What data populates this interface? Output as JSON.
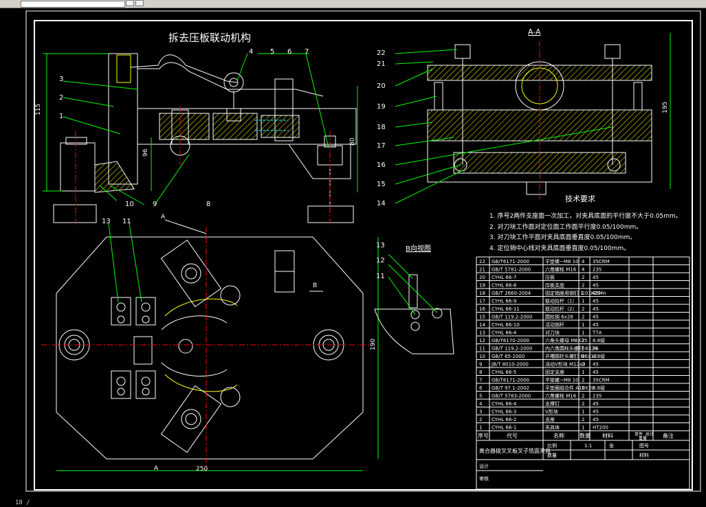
{
  "toolbar": {
    "items": [
      "layer-control",
      "prev-button",
      "next-button"
    ]
  },
  "status": {
    "command_line": "18 /"
  },
  "drawing": {
    "title": "拆去压板联动机构",
    "section_label": "A-A",
    "view_b_label": "B向视图",
    "cut_a": "A",
    "cut_b": "B",
    "dims": {
      "d115": "115",
      "d96": "96",
      "d80": "80",
      "d195": "195",
      "d250": "250",
      "d190": "190"
    },
    "tech_title": "技术要求",
    "tech_notes": [
      "1. 序号2两件支座面一次加工，对夹具底面的平行度不大于0.05mm。",
      "2. 对刀块工作面对定位面工作面平行度0.05/100mm。",
      "3. 对刀块工作平面对夹具底面垂直度0.05/100mm。",
      "4. 定位销中心线对夹具底面垂直度0.05/100mm。"
    ],
    "view_callouts": [
      "1",
      "2",
      "3",
      "4",
      "5",
      "6",
      "7",
      "8",
      "9",
      "10",
      "11",
      "13",
      "14",
      "15",
      "16",
      "17",
      "18",
      "19",
      "20",
      "21",
      "22"
    ],
    "plan_callouts": [
      "13",
      "11"
    ],
    "b_callouts": [
      "13",
      "12",
      "11"
    ],
    "bom": {
      "rows": [
        {
          "no": "22",
          "code": "GB/T6171-2000",
          "name": "平垫螺~M8 10",
          "qty": "4",
          "mat": "35CRM"
        },
        {
          "no": "21",
          "code": "GB/T 5781-2000",
          "name": "六角螺栓 M16",
          "qty": "4",
          "mat": "235"
        },
        {
          "no": "20",
          "code": "CYHL 66-7",
          "name": "压板",
          "qty": "2",
          "mat": "45"
        },
        {
          "no": "19",
          "code": "CYHL 66-8",
          "name": "压板支座",
          "qty": "2",
          "mat": "45"
        },
        {
          "no": "18",
          "code": "GB/T 2660-2004",
          "name": "固定销座用销钉 1.01K20",
          "qty": "2",
          "mat": "45Mn"
        },
        {
          "no": "17",
          "code": "CYHL 66-9",
          "name": "联动拉杆（1）",
          "qty": "1",
          "mat": "45"
        },
        {
          "no": "16",
          "code": "CYHL 66-11",
          "name": "联动拉杆（2）",
          "qty": "2",
          "mat": "45"
        },
        {
          "no": "15",
          "code": "GB/T 119.2-2000",
          "name": "圆柱销 6x28",
          "qty": "2",
          "mat": "45"
        },
        {
          "no": "14",
          "code": "CYHL 66-10",
          "name": "活动销杆",
          "qty": "1",
          "mat": "45"
        },
        {
          "no": "13",
          "code": "CYHL 66-4",
          "name": "对刀块",
          "qty": "1",
          "mat": "T7A"
        },
        {
          "no": "12",
          "code": "GB/T6170-2000",
          "name": "六角头螺母 M6X25",
          "qty": "2",
          "mat": "8.8级"
        },
        {
          "no": "11",
          "code": "GB/T 119.2-2000",
          "name": "内六角圆柱头螺钉 6X24",
          "qty": "6",
          "mat": "35"
        },
        {
          "no": "10",
          "code": "GB/T 65-2000",
          "name": "开槽圆柱头螺钉 M6X12",
          "qty": "2",
          "mat": "4.8级"
        },
        {
          "no": "9",
          "code": "JB/T 8010-2000",
          "name": "活动V形块 M12x3",
          "qty": "2",
          "mat": "45"
        },
        {
          "no": "8",
          "code": "CYHL 66-5",
          "name": "固定支座",
          "qty": "1",
          "mat": "45"
        },
        {
          "no": "7",
          "code": "GB/T6171-2000",
          "name": "平垫螺~M8 10",
          "qty": "2",
          "mat": "35CRM"
        },
        {
          "no": "6",
          "code": "GB/T 97.1-2002",
          "name": "平垫圈组合件 A10X20",
          "qty": "2",
          "mat": "8.8级"
        },
        {
          "no": "5",
          "code": "GB/T 5783-2000",
          "name": "六角螺栓 M16",
          "qty": "2",
          "mat": "235"
        },
        {
          "no": "4",
          "code": "CYHL 66-4",
          "name": "支撑钉",
          "qty": "2",
          "mat": "45"
        },
        {
          "no": "3",
          "code": "CYHL 66-3",
          "name": "V形块",
          "qty": "1",
          "mat": "45"
        },
        {
          "no": "2",
          "code": "CYHL 66-2",
          "name": "支座",
          "qty": "2",
          "mat": "45"
        },
        {
          "no": "1",
          "code": "CYHL 66-1",
          "name": "夹具体",
          "qty": "1",
          "mat": "HT200"
        }
      ],
      "header": {
        "no": "序号",
        "code": "代号",
        "name": "名称",
        "qty": "数量",
        "mat": "材料",
        "unit": "单件",
        "total": "总计",
        "weight": "重量",
        "remark": "备注"
      },
      "title_block": {
        "product": "离合器拨叉叉板叉子铣面夹具",
        "scale_label": "比例",
        "scale": "1:1",
        "sheet_label": "张",
        "graph_no_label": "图号",
        "qty_label": "数量",
        "material_label": "材料",
        "designer": "设计",
        "reviewer": "审核"
      }
    },
    "colors": {
      "line": "#ffffff",
      "hatch": "#ffff00",
      "leader": "#00ff00",
      "dim": "#00ff00",
      "center": "#ff0000",
      "hidden": "#00ffff"
    }
  }
}
